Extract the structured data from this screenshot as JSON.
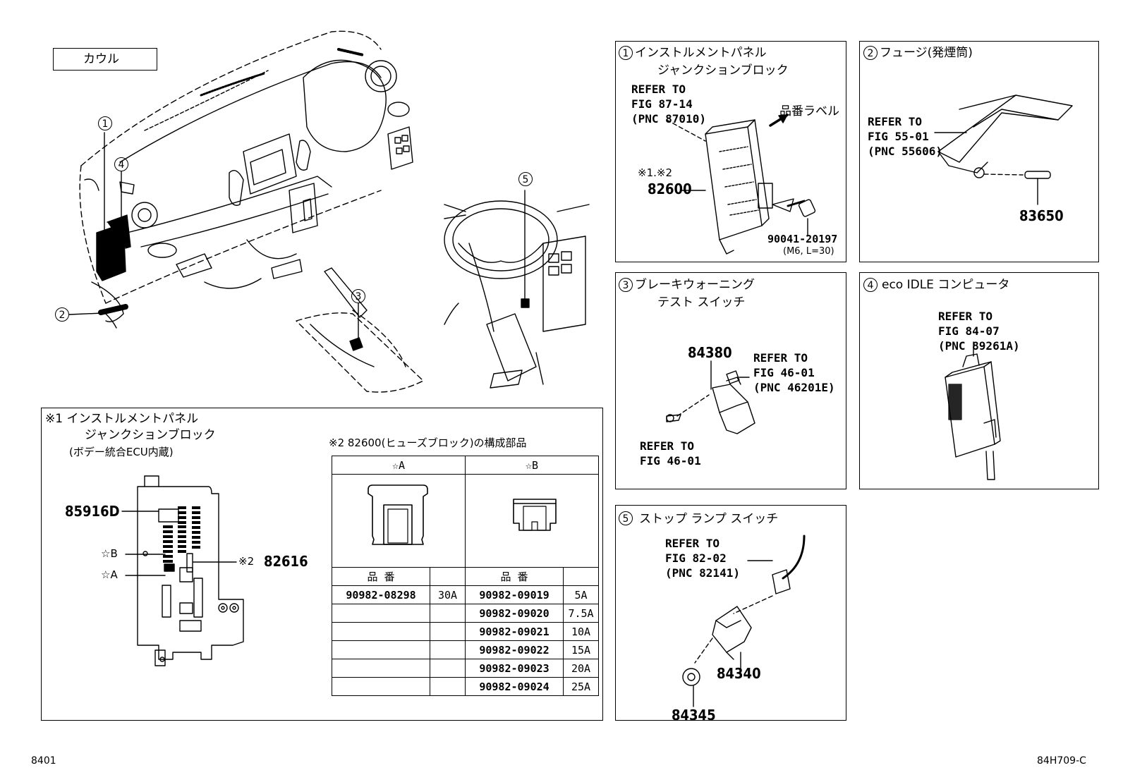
{
  "labels": {
    "cowl": "カウル",
    "num1": "1",
    "num2": "2",
    "num3": "3",
    "num4": "4",
    "num5": "5",
    "page_code": "8401",
    "figure_code": "84H709-C"
  },
  "panels": {
    "p1": {
      "num": "1",
      "title_line1": "インストルメントパネル",
      "title_line2": "ジャンクションブロック",
      "refer": "REFER TO\nFIG 87-14\n(PNC 87010)",
      "label_arrow": "品番ラベル",
      "note": "※1.※2",
      "part_main": "82600",
      "part_bolt": "90041-20197",
      "bolt_spec": "(M6, L=30)"
    },
    "p2": {
      "num": "2",
      "title": "フュージ(発煙筒)",
      "refer": "REFER TO\nFIG 55-01\n(PNC 55606)",
      "part": "83650"
    },
    "p3": {
      "num": "3",
      "title_line1": "ブレーキウォーニング",
      "title_line2": "テスト スイッチ",
      "part": "84380",
      "refer_a": "REFER TO\nFIG 46-01\n(PNC 46201E)",
      "refer_b": "REFER TO\nFIG 46-01"
    },
    "p4": {
      "num": "4",
      "title": "eco IDLE コンピュータ",
      "refer": "REFER TO\nFIG 84-07\n(PNC 89261A)"
    },
    "p5": {
      "num": "5",
      "title": "ストップ ランプ スイッチ",
      "refer": "REFER TO\nFIG 82-02\n(PNC 82141)",
      "part_switch": "84340",
      "part_nut": "84345"
    }
  },
  "junction": {
    "title_line1": "※1 インストルメントパネル",
    "title_line2": "ジャンクションブロック",
    "subtitle": "(ボデー統合ECU内蔵)",
    "part_label": "85916D",
    "star_b": "☆B",
    "star_a": "☆A",
    "note2": "※2",
    "part_82616": "82616",
    "table_caption": "※2 82600(ヒューズブロック)の構成部品",
    "table": {
      "head_a": "☆A",
      "head_b": "☆B",
      "col_partno": "品 番",
      "rows": [
        {
          "a_part": "90982-08298",
          "a_amp": "30A",
          "b_part": "90982-09019",
          "b_amp": "5A"
        },
        {
          "a_part": "",
          "a_amp": "",
          "b_part": "90982-09020",
          "b_amp": "7.5A"
        },
        {
          "a_part": "",
          "a_amp": "",
          "b_part": "90982-09021",
          "b_amp": "10A"
        },
        {
          "a_part": "",
          "a_amp": "",
          "b_part": "90982-09022",
          "b_amp": "15A"
        },
        {
          "a_part": "",
          "a_amp": "",
          "b_part": "90982-09023",
          "b_amp": "20A"
        },
        {
          "a_part": "",
          "a_amp": "",
          "b_part": "90982-09024",
          "b_amp": "25A"
        }
      ]
    }
  }
}
